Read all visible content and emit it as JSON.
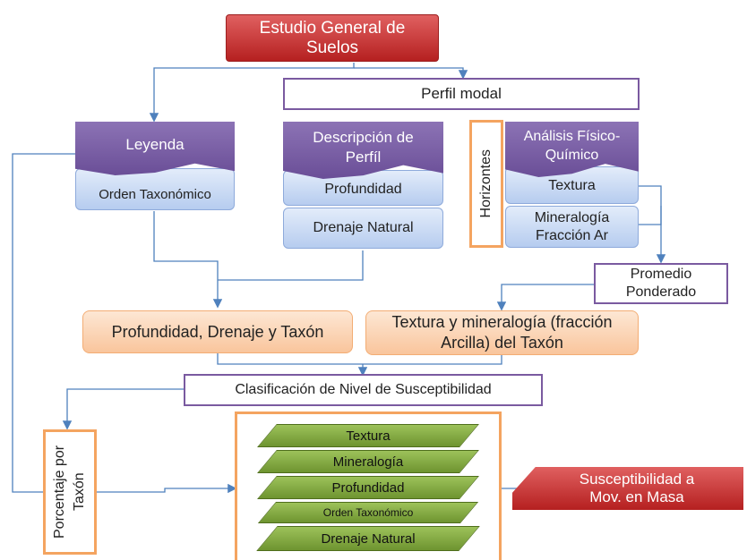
{
  "top": {
    "title": "Estudio General de Suelos"
  },
  "perfil_modal": "Perfil modal",
  "leyenda": {
    "title": "Leyenda",
    "sub": "Orden Taxonómico"
  },
  "descripcion": {
    "title": "Descripción de Perfíl",
    "items": [
      "Profundidad",
      "Drenaje Natural"
    ]
  },
  "horizontes": "Horizontes",
  "analisis": {
    "title": "Análisis Físico-Químico",
    "items": [
      "Textura",
      "Mineralogía Fracción Ar"
    ]
  },
  "promedio": "Promedio Ponderado",
  "mid": {
    "left": "Profundidad, Drenaje y Taxón",
    "right": "Textura y mineralogía (fracción Arcilla) del Taxón"
  },
  "clasificacion": "Clasificación de Nivel de Susceptibilidad",
  "porcentaje": "Porcentaje por Taxón",
  "layers": [
    "Textura",
    "Mineralogía",
    "Profundidad",
    "Orden Taxonómico",
    "Drenaje Natural"
  ],
  "result": "Susceptibilidad a Mov. en Masa",
  "colors": {
    "red": "#c0392b",
    "purple": "#7a5aa0",
    "blue_line": "#4f81bd",
    "orange": "#f4a460",
    "green": "#7ea33b"
  }
}
